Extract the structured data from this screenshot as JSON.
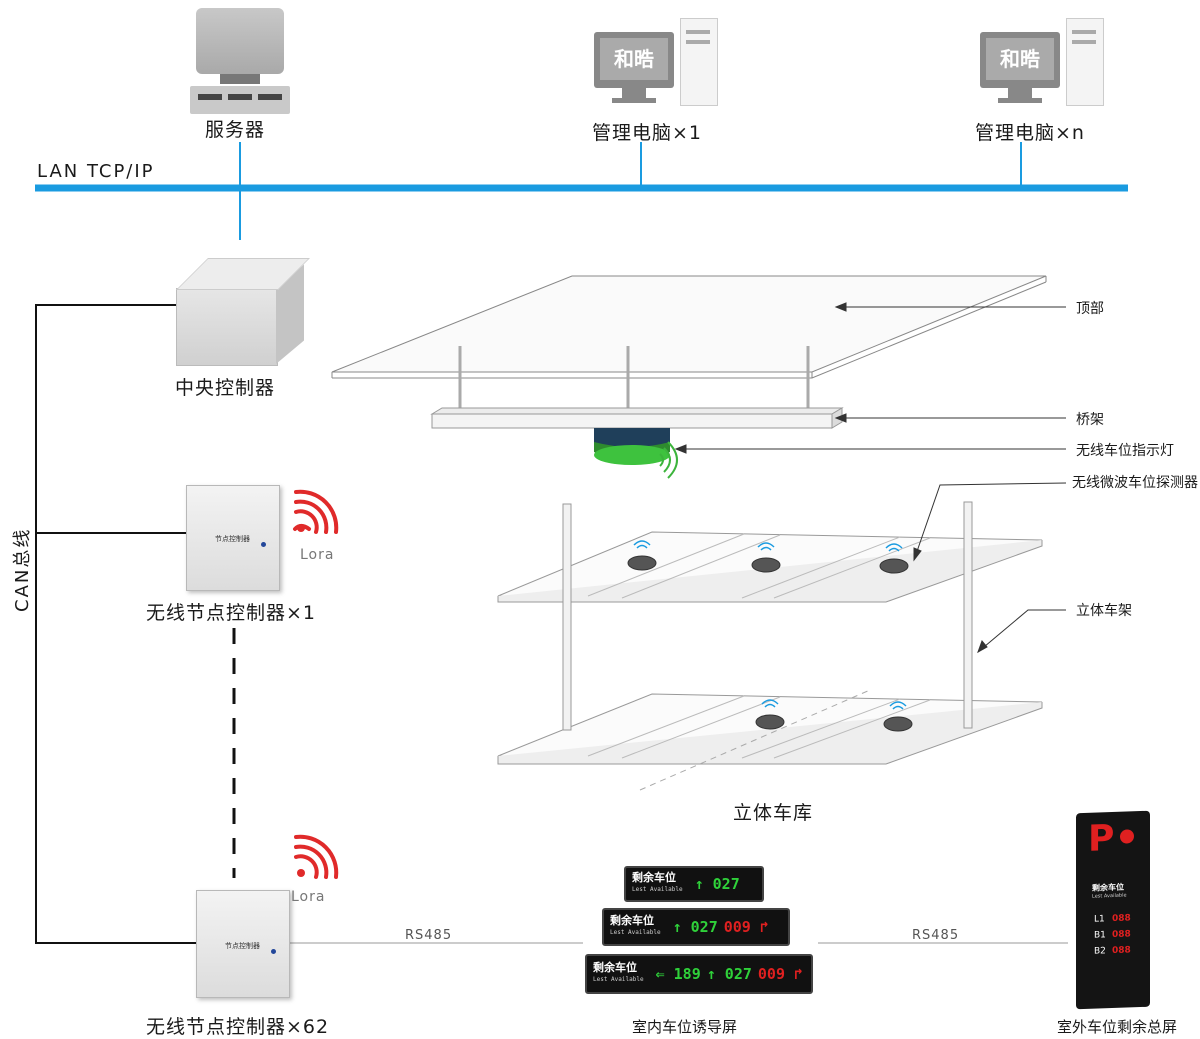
{
  "network": {
    "server_label": "服务器",
    "pc1_label": "管理电脑×1",
    "pcn_label": "管理电脑×n",
    "pc_screen_text": "和晧",
    "lan_label": "LAN TCP/IP",
    "lan_color": "#1a9be0"
  },
  "devices": {
    "central_controller": "中央控制器",
    "node_controller_1": "无线节点控制器×1",
    "node_controller_62": "无线节点控制器×62",
    "box_text": "节点控制器",
    "can_bus": "CAN总线",
    "lora_1": "Lora",
    "lora_2": "Lora",
    "rs485_left": "RS485",
    "rs485_right": "RS485"
  },
  "garage": {
    "top": "顶部",
    "bridge": "桥架",
    "indicator": "无线车位指示灯",
    "detector": "无线微波车位探测器",
    "rack": "立体车架",
    "title": "立体车库"
  },
  "indoor_signs": {
    "label": "室内车位诱导屏",
    "sign_title": "剩余车位",
    "sign_sub": "Lest Available",
    "sign1": {
      "green": "↑ 027"
    },
    "sign2": {
      "green": "↑ 027",
      "red": "009 ↱"
    },
    "sign3": {
      "green_left": "⇐ 189",
      "green": "↑ 027",
      "red": "009 ↱"
    }
  },
  "outdoor_sign": {
    "label": "室外车位剩余总屏",
    "p": "P",
    "title": "剩余车位",
    "sub": "Lest Available",
    "rows": [
      {
        "name": "L1",
        "value": "088"
      },
      {
        "name": "B1",
        "value": "088"
      },
      {
        "name": "B2",
        "value": "088"
      }
    ]
  }
}
